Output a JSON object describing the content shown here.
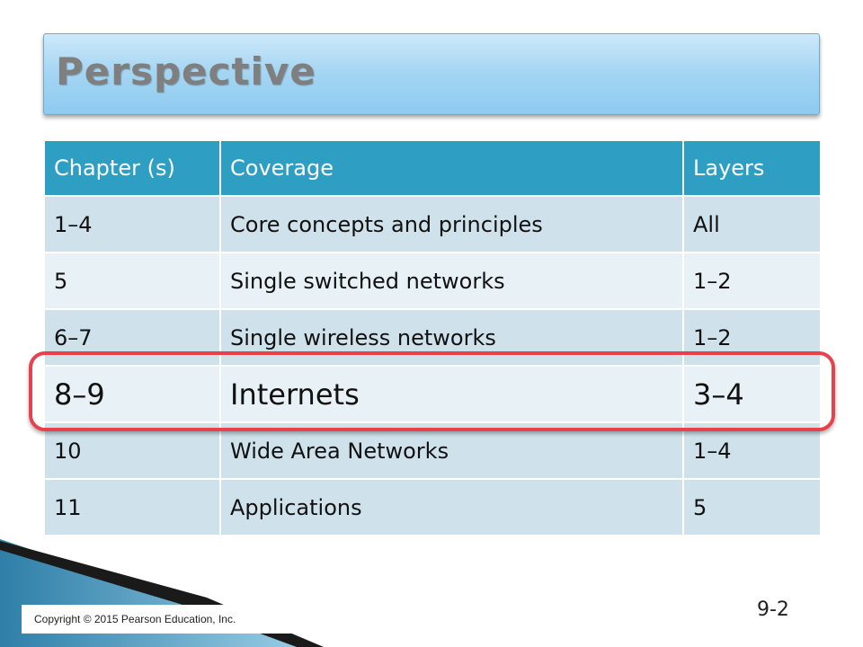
{
  "slide": {
    "title": "Perspective",
    "copyright": "Copyright © 2015 Pearson Education, Inc.",
    "slide_number": "9-2"
  },
  "colors": {
    "header_bg": "#2e9fc3",
    "row_odd": "#cfe2ec",
    "row_even": "#e7f1f6",
    "highlight": "#e8404d"
  },
  "chart_data": {
    "type": "table",
    "columns": [
      "Chapter (s)",
      "Coverage",
      "Layers"
    ],
    "rows": [
      [
        "1–4",
        "Core concepts and principles",
        "All"
      ],
      [
        "5",
        "Single switched networks",
        "1–2"
      ],
      [
        "6–7",
        "Single wireless networks",
        "1–2"
      ],
      [
        "8–9",
        "Internets",
        "3–4"
      ],
      [
        "10",
        "Wide Area Networks",
        "1–4"
      ],
      [
        "11",
        "Applications",
        "5"
      ]
    ],
    "highlighted_row": "8–9"
  }
}
